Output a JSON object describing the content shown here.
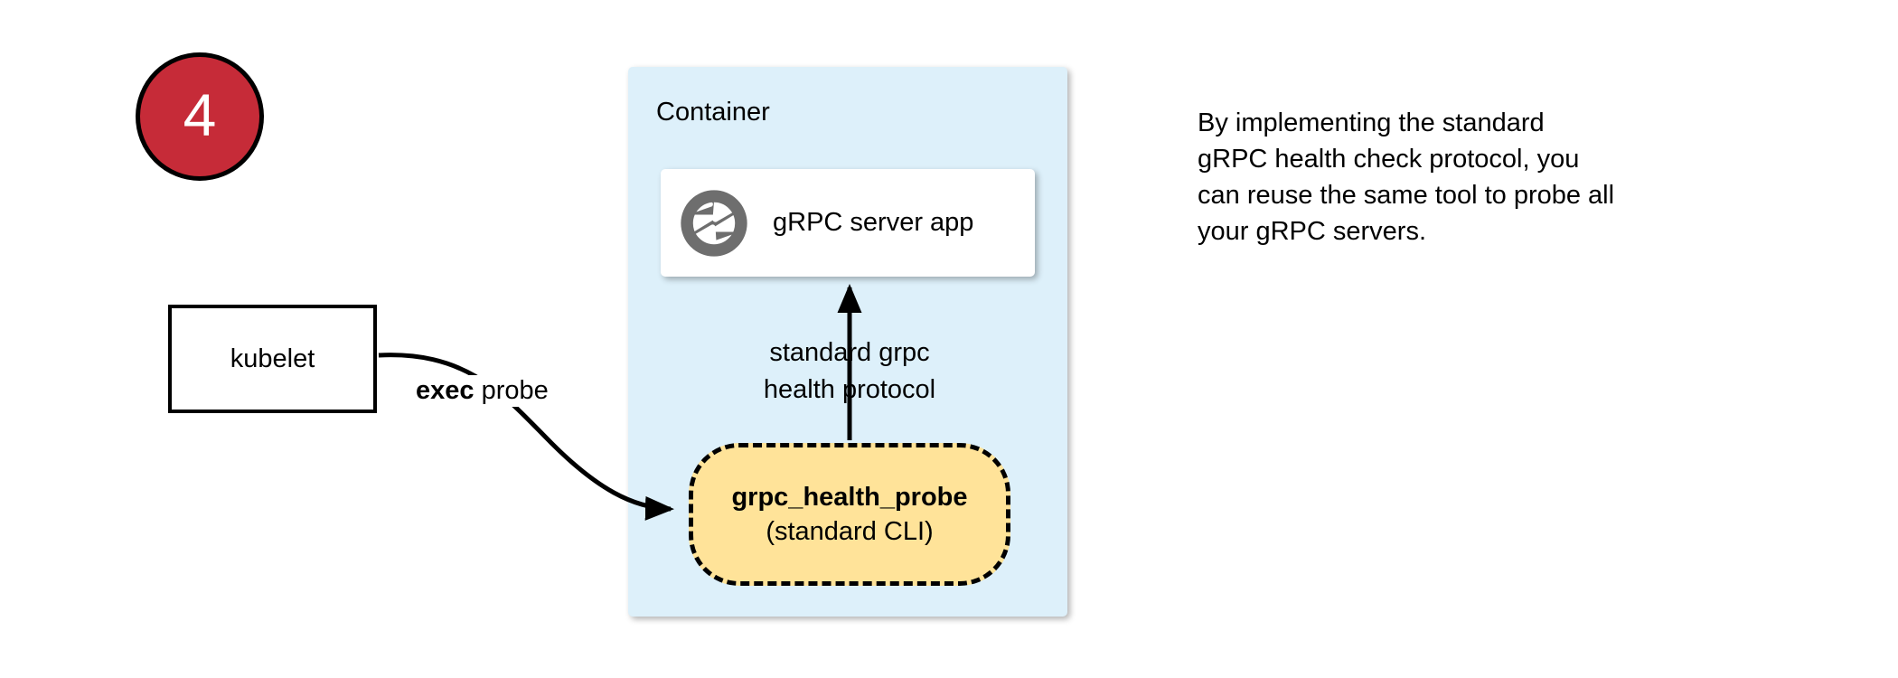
{
  "step": {
    "number": "4",
    "badge_fill": "#c62b38",
    "badge_border": "#000000",
    "badge_text_color": "#ffffff"
  },
  "container": {
    "label": "Container",
    "fill": "#ddf0fa"
  },
  "grpc_server": {
    "label": "gRPC server app",
    "icon": "aperture-icon",
    "icon_color": "#6e6e6e",
    "card_fill": "#ffffff"
  },
  "kubelet": {
    "label": "kubelet",
    "fill": "#ffffff",
    "border": "#000000"
  },
  "edges": {
    "exec_probe": {
      "bold_text": "exec",
      "rest_text": " probe"
    },
    "protocol": {
      "line1": "standard grpc",
      "line2": "health protocol"
    }
  },
  "health_probe": {
    "title": "grpc_health_probe",
    "subtitle": "(standard CLI)",
    "fill": "#ffe399",
    "border": "#000000",
    "border_style": "dashed"
  },
  "description": {
    "line1": "By implementing the standard",
    "line2": "gRPC health check protocol, you",
    "line3": "can reuse the same tool to probe all",
    "line4": "your gRPC servers."
  }
}
